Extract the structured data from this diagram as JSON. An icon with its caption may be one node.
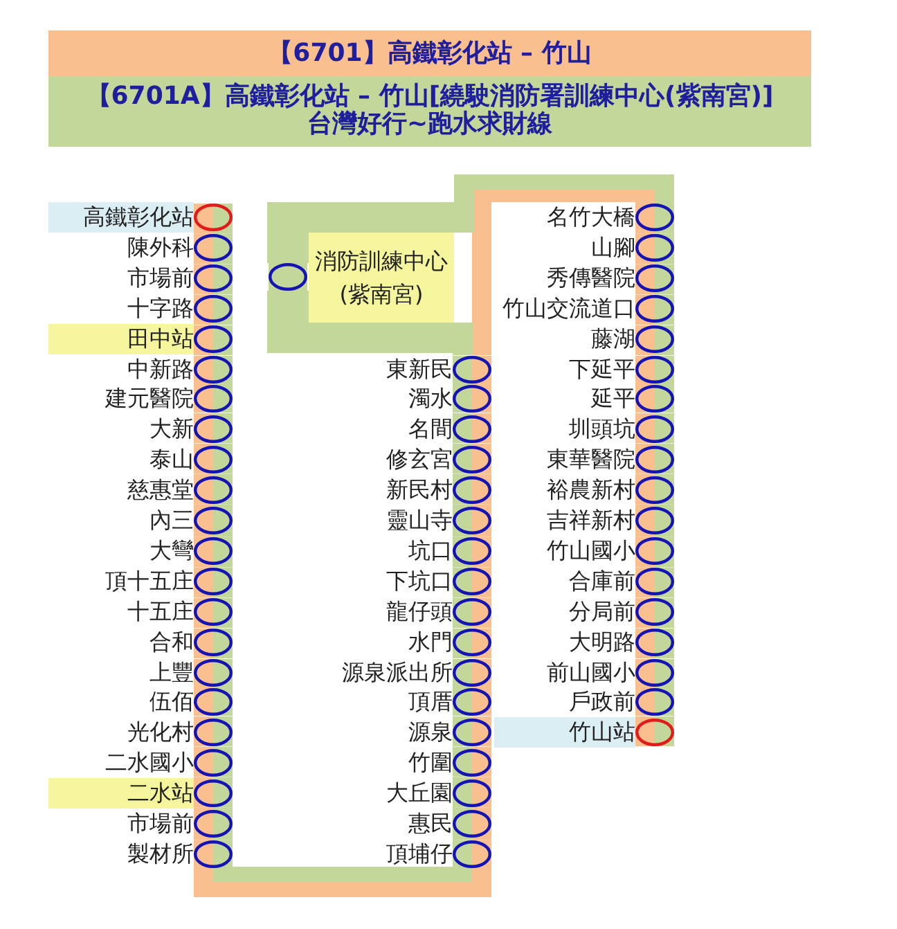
{
  "diagram": {
    "nodes": [
      {
        "text": [
          "【6701】高鐵彰化站 – 竹山"
        ]
      },
      {
        "text": [
          "【6701A】高鐵彰化站 – 竹山[繞駛消防署訓練中心(紫南宮)]",
          "台灣好行~跑水求財線"
        ]
      },
      {
        "text": [],
        "shape": "circle",
        "beside": [
          "高鐵彰化站"
        ]
      },
      {
        "text": [],
        "shape": "circle",
        "beside": [
          "陳外科"
        ]
      },
      {
        "text": [],
        "shape": "circle",
        "beside": [
          "市場前"
        ]
      },
      {
        "text": [],
        "shape": "circle",
        "beside": [
          "十字路"
        ]
      },
      {
        "text": [],
        "shape": "circle",
        "beside": [
          "田中站"
        ]
      },
      {
        "text": [],
        "shape": "circle",
        "beside": [
          "中新路"
        ]
      },
      {
        "text": [],
        "shape": "circle",
        "beside": [
          "建元醫院"
        ]
      },
      {
        "text": [],
        "shape": "circle",
        "beside": [
          "大新"
        ]
      },
      {
        "text": [],
        "shape": "circle",
        "beside": [
          "泰山"
        ]
      },
      {
        "text": [],
        "shape": "circle",
        "beside": [
          "慈惠堂"
        ]
      },
      {
        "text": [],
        "shape": "circle",
        "beside": [
          "內三"
        ]
      },
      {
        "text": [],
        "shape": "circle",
        "beside": [
          "大彎"
        ]
      },
      {
        "text": [],
        "shape": "circle",
        "beside": [
          "頂十五庄"
        ]
      },
      {
        "text": [],
        "shape": "circle",
        "beside": [
          "十五庄"
        ]
      },
      {
        "text": [],
        "shape": "circle",
        "beside": [
          "合和"
        ]
      },
      {
        "text": [],
        "shape": "circle",
        "beside": [
          "上豐"
        ]
      },
      {
        "text": [],
        "shape": "circle",
        "beside": [
          "伍佰"
        ]
      },
      {
        "text": [],
        "shape": "circle",
        "beside": [
          "光化村"
        ]
      },
      {
        "text": [],
        "shape": "circle",
        "beside": [
          "二水國小"
        ]
      },
      {
        "text": [],
        "shape": "circle",
        "beside": [
          "二水站"
        ]
      },
      {
        "text": [],
        "shape": "circle",
        "beside": [
          "市場前"
        ]
      },
      {
        "text": [],
        "shape": "circle",
        "beside": [
          "製材所"
        ]
      },
      {
        "text": [],
        "shape": "circle",
        "beside": [
          "消防訓練中心(紫南宮)"
        ]
      },
      {
        "text": [],
        "shape": "circle",
        "beside": [
          "東新民"
        ]
      },
      {
        "text": [],
        "shape": "circle",
        "beside": [
          "濁水"
        ]
      },
      {
        "text": [],
        "shape": "circle",
        "beside": [
          "名間"
        ]
      },
      {
        "text": [],
        "shape": "circle",
        "beside": [
          "修玄宮"
        ]
      },
      {
        "text": [],
        "shape": "circle",
        "beside": [
          "新民村"
        ]
      },
      {
        "text": [],
        "shape": "circle",
        "beside": [
          "靈山寺"
        ]
      },
      {
        "text": [],
        "shape": "circle",
        "beside": [
          "坑口"
        ]
      },
      {
        "text": [],
        "shape": "circle",
        "beside": [
          "下坑口"
        ]
      },
      {
        "text": [],
        "shape": "circle",
        "beside": [
          "龍仔頭"
        ]
      },
      {
        "text": [],
        "shape": "circle",
        "beside": [
          "水門"
        ]
      },
      {
        "text": [],
        "shape": "circle",
        "beside": [
          "源泉派出所"
        ]
      },
      {
        "text": [],
        "shape": "circle",
        "beside": [
          "頂厝"
        ]
      },
      {
        "text": [],
        "shape": "circle",
        "beside": [
          "源泉"
        ]
      },
      {
        "text": [],
        "shape": "circle",
        "beside": [
          "竹圍"
        ]
      },
      {
        "text": [],
        "shape": "circle",
        "beside": [
          "大丘園"
        ]
      },
      {
        "text": [],
        "shape": "circle",
        "beside": [
          "惠民"
        ]
      },
      {
        "text": [],
        "shape": "circle",
        "beside": [
          "頂埔仔"
        ]
      },
      {
        "text": [],
        "shape": "circle",
        "beside": [
          "名竹大橋"
        ]
      },
      {
        "text": [],
        "shape": "circle",
        "beside": [
          "山腳"
        ]
      },
      {
        "text": [],
        "shape": "circle",
        "beside": [
          "秀傳醫院"
        ]
      },
      {
        "text": [],
        "shape": "circle",
        "beside": [
          "竹山交流道口"
        ]
      },
      {
        "text": [],
        "shape": "circle",
        "beside": [
          "藤湖"
        ]
      },
      {
        "text": [],
        "shape": "circle",
        "beside": [
          "下延平"
        ]
      },
      {
        "text": [],
        "shape": "circle",
        "beside": [
          "延平"
        ]
      },
      {
        "text": [],
        "shape": "circle",
        "beside": [
          "圳頭坑"
        ]
      },
      {
        "text": [],
        "shape": "circle",
        "beside": [
          "東華醫院"
        ]
      },
      {
        "text": [],
        "shape": "circle",
        "beside": [
          "裕農新村"
        ]
      },
      {
        "text": [],
        "shape": "circle",
        "beside": [
          "吉祥新村"
        ]
      },
      {
        "text": [],
        "shape": "circle",
        "beside": [
          "竹山國小"
        ]
      },
      {
        "text": [],
        "shape": "circle",
        "beside": [
          "合庫前"
        ]
      },
      {
        "text": [],
        "shape": "circle",
        "beside": [
          "分局前"
        ]
      },
      {
        "text": [],
        "shape": "circle",
        "beside": [
          "大明路"
        ]
      },
      {
        "text": [],
        "shape": "circle",
        "beside": [
          "前山國小"
        ]
      },
      {
        "text": [],
        "shape": "circle",
        "beside": [
          "戶政前"
        ]
      },
      {
        "text": [],
        "shape": "circle",
        "beside": [
          "竹山站"
        ]
      }
    ],
    "edges": [
      {
        "from": 2,
        "to": 3,
        "arrow": "none",
        "color": "#fabf8f"
      },
      {
        "from": 3,
        "to": 4,
        "arrow": "none",
        "color": "#fabf8f"
      },
      {
        "from": 4,
        "to": 5,
        "arrow": "none",
        "color": "#fabf8f"
      },
      {
        "from": 5,
        "to": 6,
        "arrow": "none",
        "color": "#fabf8f"
      },
      {
        "from": 6,
        "to": 7,
        "arrow": "none",
        "color": "#fabf8f"
      },
      {
        "from": 7,
        "to": 8,
        "arrow": "none",
        "color": "#fabf8f"
      },
      {
        "from": 8,
        "to": 9,
        "arrow": "none",
        "color": "#fabf8f"
      },
      {
        "from": 9,
        "to": 10,
        "arrow": "none",
        "color": "#fabf8f"
      },
      {
        "from": 10,
        "to": 11,
        "arrow": "none",
        "color": "#fabf8f"
      },
      {
        "from": 11,
        "to": 12,
        "arrow": "none",
        "color": "#fabf8f"
      },
      {
        "from": 12,
        "to": 13,
        "arrow": "none",
        "color": "#fabf8f"
      },
      {
        "from": 13,
        "to": 14,
        "arrow": "none",
        "color": "#fabf8f"
      },
      {
        "from": 14,
        "to": 15,
        "arrow": "none",
        "color": "#fabf8f"
      },
      {
        "from": 15,
        "to": 16,
        "arrow": "none",
        "color": "#fabf8f"
      },
      {
        "from": 16,
        "to": 17,
        "arrow": "none",
        "color": "#fabf8f"
      },
      {
        "from": 17,
        "to": 18,
        "arrow": "none",
        "color": "#fabf8f"
      },
      {
        "from": 18,
        "to": 19,
        "arrow": "none",
        "color": "#fabf8f"
      },
      {
        "from": 19,
        "to": 20,
        "arrow": "none",
        "color": "#fabf8f"
      },
      {
        "from": 20,
        "to": 21,
        "arrow": "none",
        "color": "#fabf8f"
      },
      {
        "from": 21,
        "to": 22,
        "arrow": "none",
        "color": "#fabf8f"
      },
      {
        "from": 22,
        "to": 23,
        "arrow": "none",
        "color": "#fabf8f"
      },
      {
        "from": 23,
        "to": 41,
        "arrow": "none",
        "color": "#fabf8f"
      },
      {
        "from": 41,
        "to": 40,
        "arrow": "none",
        "color": "#fabf8f"
      },
      {
        "from": 40,
        "to": 39,
        "arrow": "none",
        "color": "#fabf8f"
      },
      {
        "from": 39,
        "to": 38,
        "arrow": "none",
        "color": "#fabf8f"
      },
      {
        "from": 38,
        "to": 37,
        "arrow": "none",
        "color": "#fabf8f"
      },
      {
        "from": 37,
        "to": 36,
        "arrow": "none",
        "color": "#fabf8f"
      },
      {
        "from": 36,
        "to": 35,
        "arrow": "none",
        "color": "#fabf8f"
      },
      {
        "from": 35,
        "to": 34,
        "arrow": "none",
        "color": "#fabf8f"
      },
      {
        "from": 34,
        "to": 33,
        "arrow": "none",
        "color": "#fabf8f"
      },
      {
        "from": 33,
        "to": 32,
        "arrow": "none",
        "color": "#fabf8f"
      },
      {
        "from": 32,
        "to": 31,
        "arrow": "none",
        "color": "#fabf8f"
      },
      {
        "from": 31,
        "to": 30,
        "arrow": "none",
        "color": "#fabf8f"
      },
      {
        "from": 30,
        "to": 29,
        "arrow": "none",
        "color": "#fabf8f"
      },
      {
        "from": 29,
        "to": 28,
        "arrow": "none",
        "color": "#fabf8f"
      },
      {
        "from": 28,
        "to": 27,
        "arrow": "none",
        "color": "#fabf8f"
      },
      {
        "from": 27,
        "to": 26,
        "arrow": "none",
        "color": "#fabf8f"
      },
      {
        "from": 26,
        "to": 25,
        "arrow": "none",
        "color": "#fabf8f"
      },
      {
        "from": 25,
        "to": 42,
        "arrow": "none",
        "color": "#fabf8f"
      },
      {
        "from": 42,
        "to": 43,
        "arrow": "none",
        "color": "#fabf8f"
      },
      {
        "from": 43,
        "to": 44,
        "arrow": "none",
        "color": "#fabf8f"
      },
      {
        "from": 44,
        "to": 45,
        "arrow": "none",
        "color": "#fabf8f"
      },
      {
        "from": 45,
        "to": 46,
        "arrow": "none",
        "color": "#fabf8f"
      },
      {
        "from": 46,
        "to": 47,
        "arrow": "none",
        "color": "#fabf8f"
      },
      {
        "from": 47,
        "to": 48,
        "arrow": "none",
        "color": "#fabf8f"
      },
      {
        "from": 48,
        "to": 49,
        "arrow": "none",
        "color": "#fabf8f"
      },
      {
        "from": 49,
        "to": 50,
        "arrow": "none",
        "color": "#fabf8f"
      },
      {
        "from": 50,
        "to": 51,
        "arrow": "none",
        "color": "#fabf8f"
      },
      {
        "from": 51,
        "to": 52,
        "arrow": "none",
        "color": "#fabf8f"
      },
      {
        "from": 52,
        "to": 53,
        "arrow": "none",
        "color": "#fabf8f"
      },
      {
        "from": 53,
        "to": 54,
        "arrow": "none",
        "color": "#fabf8f"
      },
      {
        "from": 54,
        "to": 55,
        "arrow": "none",
        "color": "#fabf8f"
      },
      {
        "from": 55,
        "to": 56,
        "arrow": "none",
        "color": "#fabf8f"
      },
      {
        "from": 56,
        "to": 57,
        "arrow": "none",
        "color": "#fabf8f"
      },
      {
        "from": 57,
        "to": 58,
        "arrow": "none",
        "color": "#fabf8f"
      },
      {
        "from": 58,
        "to": 59,
        "arrow": "none",
        "color": "#fabf8f"
      },
      {
        "from": 2,
        "to": 3,
        "arrow": "none",
        "color": "#c4d79b"
      },
      {
        "from": 3,
        "to": 4,
        "arrow": "none",
        "color": "#c4d79b"
      },
      {
        "from": 4,
        "to": 5,
        "arrow": "none",
        "color": "#c4d79b"
      },
      {
        "from": 5,
        "to": 6,
        "arrow": "none",
        "color": "#c4d79b"
      },
      {
        "from": 6,
        "to": 7,
        "arrow": "none",
        "color": "#c4d79b"
      },
      {
        "from": 7,
        "to": 8,
        "arrow": "none",
        "color": "#c4d79b"
      },
      {
        "from": 8,
        "to": 9,
        "arrow": "none",
        "color": "#c4d79b"
      },
      {
        "from": 9,
        "to": 10,
        "arrow": "none",
        "color": "#c4d79b"
      },
      {
        "from": 10,
        "to": 11,
        "arrow": "none",
        "color": "#c4d79b"
      },
      {
        "from": 11,
        "to": 12,
        "arrow": "none",
        "color": "#c4d79b"
      },
      {
        "from": 12,
        "to": 13,
        "arrow": "none",
        "color": "#c4d79b"
      },
      {
        "from": 13,
        "to": 14,
        "arrow": "none",
        "color": "#c4d79b"
      },
      {
        "from": 14,
        "to": 15,
        "arrow": "none",
        "color": "#c4d79b"
      },
      {
        "from": 15,
        "to": 16,
        "arrow": "none",
        "color": "#c4d79b"
      },
      {
        "from": 16,
        "to": 17,
        "arrow": "none",
        "color": "#c4d79b"
      },
      {
        "from": 17,
        "to": 18,
        "arrow": "none",
        "color": "#c4d79b"
      },
      {
        "from": 18,
        "to": 19,
        "arrow": "none",
        "color": "#c4d79b"
      },
      {
        "from": 19,
        "to": 20,
        "arrow": "none",
        "color": "#c4d79b"
      },
      {
        "from": 20,
        "to": 21,
        "arrow": "none",
        "color": "#c4d79b"
      },
      {
        "from": 21,
        "to": 22,
        "arrow": "none",
        "color": "#c4d79b"
      },
      {
        "from": 22,
        "to": 23,
        "arrow": "none",
        "color": "#c4d79b"
      },
      {
        "from": 23,
        "to": 41,
        "arrow": "none",
        "color": "#c4d79b"
      },
      {
        "from": 41,
        "to": 40,
        "arrow": "none",
        "color": "#c4d79b"
      },
      {
        "from": 40,
        "to": 39,
        "arrow": "none",
        "color": "#c4d79b"
      },
      {
        "from": 39,
        "to": 38,
        "arrow": "none",
        "color": "#c4d79b"
      },
      {
        "from": 38,
        "to": 37,
        "arrow": "none",
        "color": "#c4d79b"
      },
      {
        "from": 37,
        "to": 36,
        "arrow": "none",
        "color": "#c4d79b"
      },
      {
        "from": 36,
        "to": 35,
        "arrow": "none",
        "color": "#c4d79b"
      },
      {
        "from": 35,
        "to": 34,
        "arrow": "none",
        "color": "#c4d79b"
      },
      {
        "from": 34,
        "to": 33,
        "arrow": "none",
        "color": "#c4d79b"
      },
      {
        "from": 33,
        "to": 32,
        "arrow": "none",
        "color": "#c4d79b"
      },
      {
        "from": 32,
        "to": 31,
        "arrow": "none",
        "color": "#c4d79b"
      },
      {
        "from": 31,
        "to": 30,
        "arrow": "none",
        "color": "#c4d79b"
      },
      {
        "from": 30,
        "to": 29,
        "arrow": "none",
        "color": "#c4d79b"
      },
      {
        "from": 29,
        "to": 28,
        "arrow": "none",
        "color": "#c4d79b"
      },
      {
        "from": 28,
        "to": 27,
        "arrow": "none",
        "color": "#c4d79b"
      },
      {
        "from": 27,
        "to": 26,
        "arrow": "none",
        "color": "#c4d79b"
      },
      {
        "from": 26,
        "to": 25,
        "arrow": "none",
        "color": "#c4d79b"
      },
      {
        "from": 25,
        "to": 24,
        "arrow": "none",
        "color": "#c4d79b"
      },
      {
        "from": 24,
        "to": 42,
        "arrow": "none",
        "color": "#c4d79b"
      },
      {
        "from": 42,
        "to": 43,
        "arrow": "none",
        "color": "#c4d79b"
      },
      {
        "from": 43,
        "to": 44,
        "arrow": "none",
        "color": "#c4d79b"
      },
      {
        "from": 44,
        "to": 45,
        "arrow": "none",
        "color": "#c4d79b"
      },
      {
        "from": 45,
        "to": 46,
        "arrow": "none",
        "color": "#c4d79b"
      },
      {
        "from": 46,
        "to": 47,
        "arrow": "none",
        "color": "#c4d79b"
      },
      {
        "from": 47,
        "to": 48,
        "arrow": "none",
        "color": "#c4d79b"
      },
      {
        "from": 48,
        "to": 49,
        "arrow": "none",
        "color": "#c4d79b"
      },
      {
        "from": 49,
        "to": 50,
        "arrow": "none",
        "color": "#c4d79b"
      },
      {
        "from": 50,
        "to": 51,
        "arrow": "none",
        "color": "#c4d79b"
      },
      {
        "from": 51,
        "to": 52,
        "arrow": "none",
        "color": "#c4d79b"
      },
      {
        "from": 52,
        "to": 53,
        "arrow": "none",
        "color": "#c4d79b"
      },
      {
        "from": 53,
        "to": 54,
        "arrow": "none",
        "color": "#c4d79b"
      },
      {
        "from": 54,
        "to": 55,
        "arrow": "none",
        "color": "#c4d79b"
      },
      {
        "from": 55,
        "to": 56,
        "arrow": "none",
        "color": "#c4d79b"
      },
      {
        "from": 56,
        "to": 57,
        "arrow": "none",
        "color": "#c4d79b"
      },
      {
        "from": 57,
        "to": 58,
        "arrow": "none",
        "color": "#c4d79b"
      },
      {
        "from": 58,
        "to": 59,
        "arrow": "none",
        "color": "#c4d79b"
      }
    ]
  }
}
